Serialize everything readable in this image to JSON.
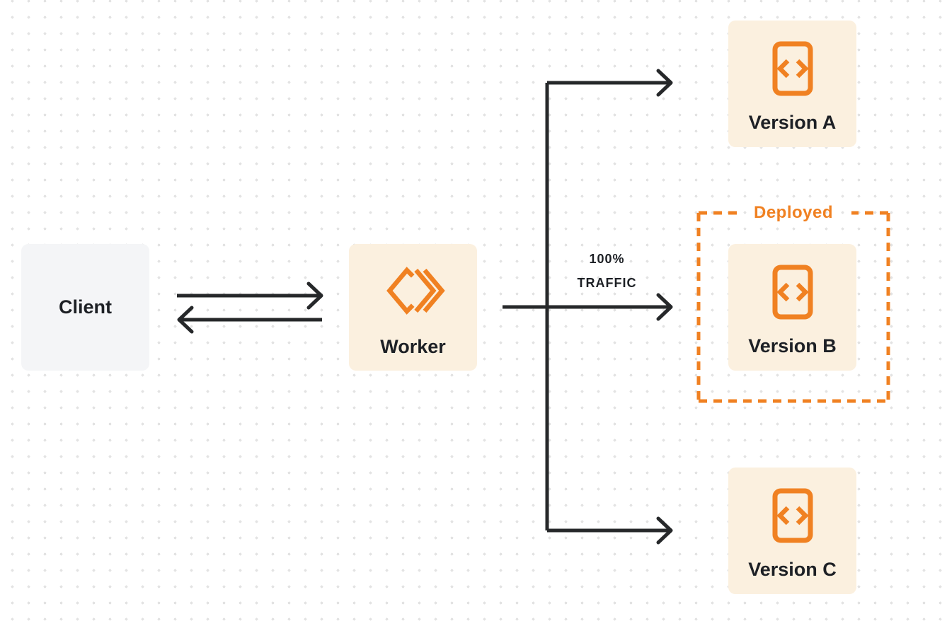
{
  "colors": {
    "orange": "#f08122",
    "cream": "#fbf0df",
    "client_bg": "#f4f5f7",
    "arrow_dark": "#26282a",
    "text_dark": "#1d2025",
    "dot": "#e3e3e3",
    "canvas_bg": "#ffffff"
  },
  "nodes": {
    "client": {
      "label": "Client"
    },
    "worker": {
      "label": "Worker",
      "icon": "cloudflare-workers-logo"
    },
    "versions": [
      {
        "id": "version-a",
        "label": "Version A",
        "icon": "code-file-icon"
      },
      {
        "id": "version-b",
        "label": "Version B",
        "icon": "code-file-icon"
      },
      {
        "id": "version-c",
        "label": "Version C",
        "icon": "code-file-icon"
      }
    ]
  },
  "annotations": {
    "deployed_label": "Deployed",
    "traffic": {
      "line1": "100%",
      "line2": "TRAFFIC"
    }
  },
  "edges": [
    {
      "from": "client",
      "to": "worker",
      "style": "arrow-right"
    },
    {
      "from": "worker",
      "to": "client",
      "style": "arrow-left"
    },
    {
      "from": "worker",
      "to": "version-a",
      "style": "elbow-arrow"
    },
    {
      "from": "worker",
      "to": "version-b",
      "style": "straight-arrow",
      "label": "100% TRAFFIC"
    },
    {
      "from": "worker",
      "to": "version-c",
      "style": "elbow-arrow"
    }
  ]
}
